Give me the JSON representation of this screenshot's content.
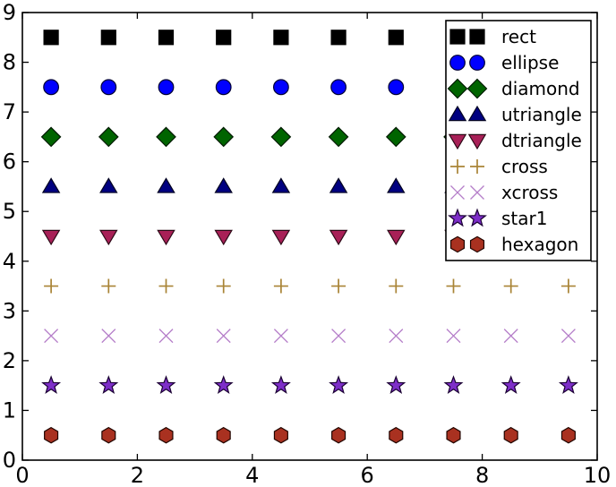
{
  "figure": {
    "background": "#ffffff",
    "axes_color": "#000000"
  },
  "chart_data": {
    "type": "scatter",
    "title": "",
    "xlabel": "",
    "ylabel": "",
    "xlim": [
      0,
      10
    ],
    "ylim": [
      0,
      9
    ],
    "xticks": [
      0,
      2,
      4,
      6,
      8,
      10
    ],
    "yticks": [
      0,
      1,
      2,
      3,
      4,
      5,
      6,
      7,
      8,
      9
    ],
    "grid": false,
    "x": [
      0.5,
      1.5,
      2.5,
      3.5,
      4.5,
      5.5,
      6.5,
      7.5,
      8.5,
      9.5
    ],
    "series": [
      {
        "name": "rect",
        "marker": "rect",
        "y": 8.5,
        "color": "#000000",
        "edge": "#000000"
      },
      {
        "name": "ellipse",
        "marker": "ellipse",
        "y": 7.5,
        "color": "#0000ff",
        "edge": "#000033"
      },
      {
        "name": "diamond",
        "marker": "diamond",
        "y": 6.5,
        "color": "#006400",
        "edge": "#001a00"
      },
      {
        "name": "utriangle",
        "marker": "utriangle",
        "y": 5.5,
        "color": "#000080",
        "edge": "#000020"
      },
      {
        "name": "dtriangle",
        "marker": "dtriangle",
        "y": 4.5,
        "color": "#a82057",
        "edge": "#2a0815"
      },
      {
        "name": "cross",
        "marker": "cross",
        "y": 3.5,
        "color": "#a98436",
        "edge": "#a98436"
      },
      {
        "name": "xcross",
        "marker": "xcross",
        "y": 2.5,
        "color": "#b57ec9",
        "edge": "#b57ec9"
      },
      {
        "name": "star1",
        "marker": "star1",
        "y": 1.5,
        "color": "#7d2ec8",
        "edge": "#1a0033"
      },
      {
        "name": "hexagon",
        "marker": "hexagon",
        "y": 0.5,
        "color": "#a93120",
        "edge": "#200500"
      }
    ],
    "legend": {
      "position": "upper-right",
      "markers_per_entry": 2,
      "entries": [
        "rect",
        "ellipse",
        "diamond",
        "utriangle",
        "dtriangle",
        "cross",
        "xcross",
        "star1",
        "hexagon"
      ]
    }
  }
}
